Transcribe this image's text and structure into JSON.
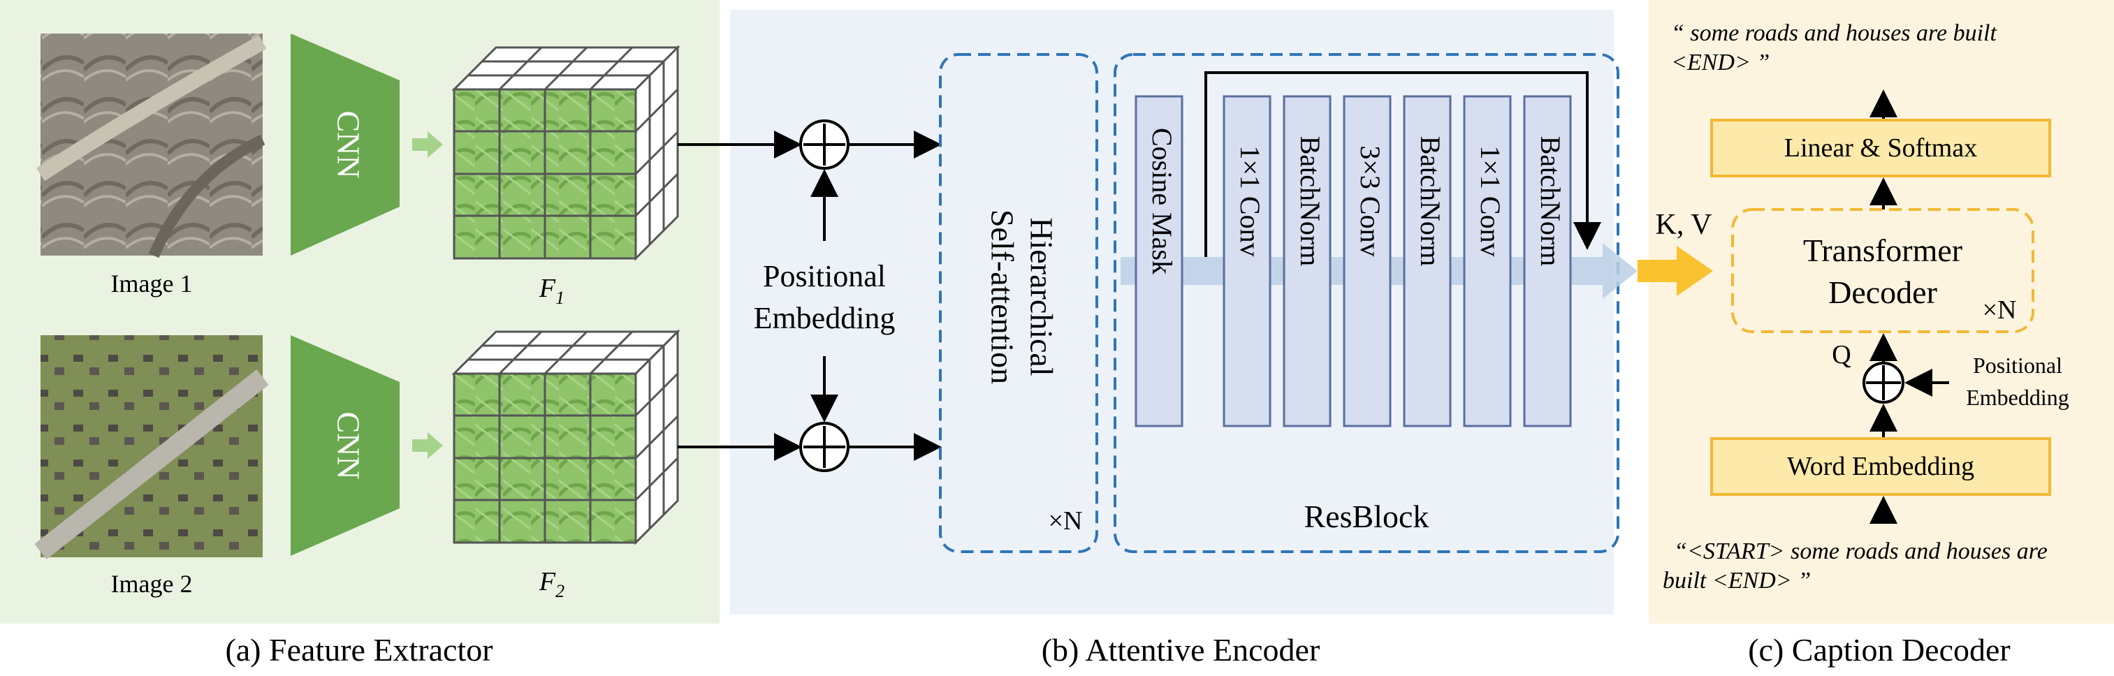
{
  "feature_extractor": {
    "cnn_label": "CNN",
    "image1_label": "Image 1",
    "image2_label": "Image 2",
    "f1_base": "F",
    "f1_sub": "1",
    "f2_base": "F",
    "f2_sub": "2",
    "panel_caption": "(a) Feature Extractor",
    "colors": {
      "panel_bg": "#eaf3e1",
      "cnn": "#6aa84f",
      "cube_front": "#8fc46b"
    }
  },
  "attentive_encoder": {
    "positional_line1": "Positional",
    "positional_line2": "Embedding",
    "hsa_line1": "Hierarchical",
    "hsa_line2": "Self-attention",
    "hsa_repeat": "×N",
    "resblock_label": "ResBlock",
    "res_layers": [
      "Cosine Mask",
      "1×1 Conv",
      "BatchNorm",
      "3×3 Conv",
      "BatchNorm",
      "1×1 Conv",
      "BatchNorm"
    ],
    "panel_caption": "(b) Attentive Encoder",
    "colors": {
      "panel_bg": "#edf2f9",
      "dash": "#2e75b6",
      "layer_fill": "#d6def0",
      "layer_stroke": "#5a6f9e"
    }
  },
  "caption_decoder": {
    "kv_label": "K, V",
    "q_label": "Q",
    "output_line1": "“ some roads and houses are built",
    "output_line2": "<END> ”",
    "linear_softmax": "Linear & Softmax",
    "transformer_line1": "Transformer",
    "transformer_line2": "Decoder",
    "decoder_repeat": "×N",
    "positional_line1": "Positional",
    "positional_line2": "Embedding",
    "word_embedding": "Word Embedding",
    "input_line1": "“<START> some roads and houses are",
    "input_line2": "built <END> ”",
    "panel_caption": "(c) Caption Decoder",
    "colors": {
      "panel_bg": "#fdf4df",
      "box": "#fde9a9",
      "box_stroke": "#f2b835",
      "arrow": "#f9c22e"
    }
  },
  "icons": {
    "plus_circle": "circled-plus-icon"
  }
}
